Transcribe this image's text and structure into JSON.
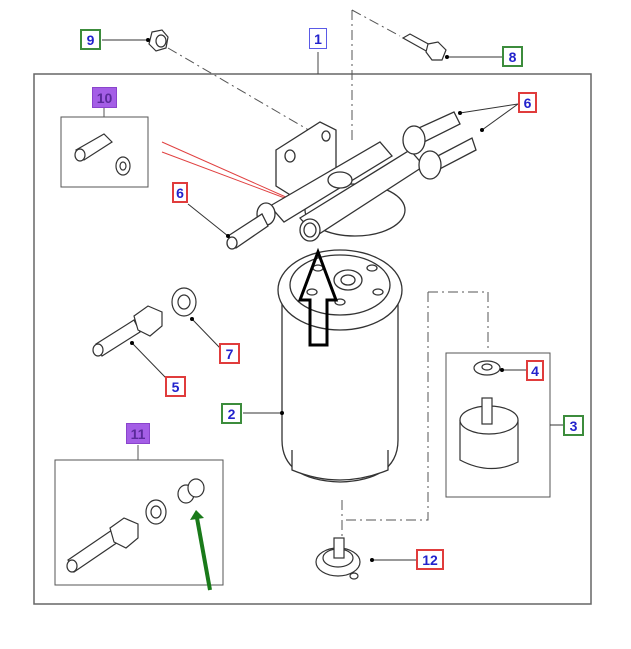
{
  "diagram": {
    "type": "exploded-parts-diagram",
    "subject": "Fuel filter assembly",
    "callouts": [
      {
        "id": "1",
        "label": "1",
        "frame": "blue",
        "part": "fuel filter housing assembly"
      },
      {
        "id": "2",
        "label": "2",
        "frame": "green",
        "part": "filter element cartridge"
      },
      {
        "id": "3",
        "label": "3",
        "frame": "green",
        "part": "water sensor kit"
      },
      {
        "id": "4",
        "label": "4",
        "frame": "red",
        "part": "seal washer"
      },
      {
        "id": "5",
        "label": "5",
        "frame": "red",
        "part": "connector union"
      },
      {
        "id": "6a",
        "label": "6",
        "frame": "red",
        "part": "pipe connector (left)"
      },
      {
        "id": "6b",
        "label": "6",
        "frame": "red",
        "part": "pipe connectors (right)"
      },
      {
        "id": "7",
        "label": "7",
        "frame": "red",
        "part": "sealing washer"
      },
      {
        "id": "8",
        "label": "8",
        "frame": "green",
        "part": "bolt"
      },
      {
        "id": "9",
        "label": "9",
        "frame": "green",
        "part": "nut"
      },
      {
        "id": "10",
        "label": "10",
        "frame": "purple",
        "part": "adaptor kit"
      },
      {
        "id": "11",
        "label": "11",
        "frame": "purple",
        "part": "connector kit"
      },
      {
        "id": "12",
        "label": "12",
        "frame": "red",
        "part": "drain plug"
      }
    ],
    "annotations": [
      {
        "type": "arrow",
        "color": "#000000",
        "meaning": "filter fits up into housing"
      },
      {
        "type": "arrow",
        "color": "#1a7a1a",
        "meaning": "points to fitting in kit 11"
      },
      {
        "type": "lines",
        "color": "#e04040",
        "meaning": "highlight on connector"
      }
    ],
    "colors": {
      "red_frame": "#e03c3c",
      "green_frame": "#3c8c3c",
      "blue_frame": "#5a5ae6",
      "purple_fill": "#a45ee6",
      "number_text": "#2222cc",
      "line": "#333333"
    }
  }
}
